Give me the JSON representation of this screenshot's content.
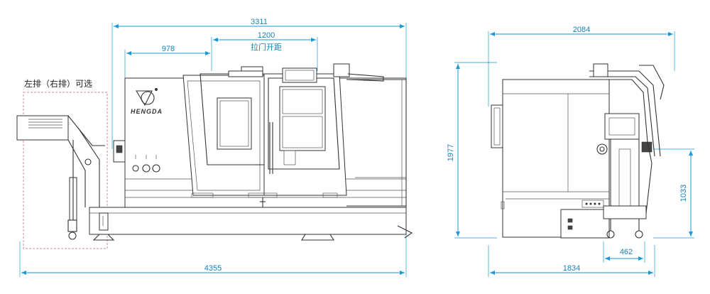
{
  "front_view": {
    "dims": {
      "overall_width": "3311",
      "door_opening": "1200",
      "offset": "978",
      "total_length": "4355"
    },
    "door_opening_label": "拉门开距",
    "chip_conveyor_note": "左排（右排）可选",
    "brand": "HENGDA"
  },
  "side_view": {
    "dims": {
      "depth_top": "2084",
      "height": "1977",
      "depth_bottom": "1834",
      "conveyor_height": "1033",
      "conveyor_offset": "462"
    }
  }
}
